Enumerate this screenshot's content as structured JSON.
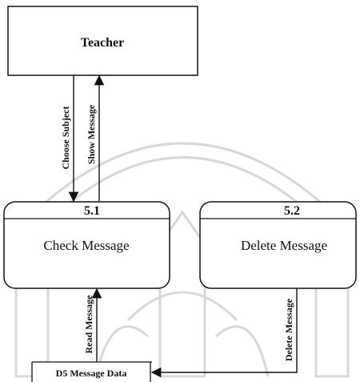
{
  "diagram": {
    "external_entity": {
      "label": "Teacher"
    },
    "processes": [
      {
        "id": "5.1",
        "name": "Check Message"
      },
      {
        "id": "5.2",
        "name": "Delete Message"
      }
    ],
    "data_store": {
      "label": "D5 Message Data"
    },
    "flows": [
      {
        "label": "Choose Subject",
        "from": "Teacher",
        "to": "5.1"
      },
      {
        "label": "Show Message",
        "from": "5.1",
        "to": "Teacher"
      },
      {
        "label": "Read Message",
        "from": "D5 Message Data",
        "to": "5.1"
      },
      {
        "label": "Delete Message",
        "from": "5.2",
        "to": "D5 Message Data"
      }
    ],
    "colors": {
      "line": "#111111",
      "watermark": "#d9d9d9"
    }
  }
}
